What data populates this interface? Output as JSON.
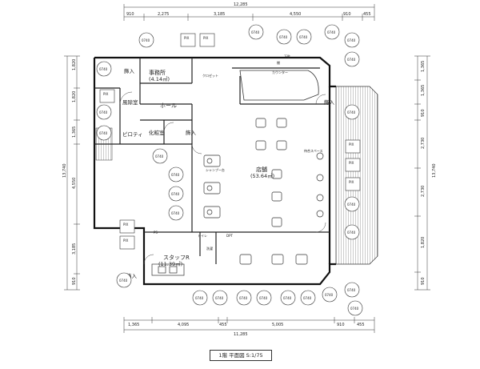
{
  "dims": {
    "top_total": "12,285",
    "top": [
      "910",
      "2,275",
      "3,185",
      "4,550",
      "910",
      "455"
    ],
    "bottom_total": "11,285",
    "bottom": [
      "1,365",
      "4,095",
      "455",
      "5,005",
      "910",
      "455"
    ],
    "left": [
      "1,820",
      "1,820",
      "1,365",
      "4,550",
      "3,185",
      "910"
    ],
    "right": [
      "1,365",
      "1,365",
      "910",
      "2,730",
      "2,730",
      "1,820",
      "910"
    ],
    "left_total": "13,740",
    "right_total": "13,740"
  },
  "rooms": {
    "office": "事務所",
    "office_area": "(4.14㎡)",
    "hall": "ホール",
    "makeup": "化粧室",
    "shop": "店舗",
    "shop_area": "(53.64㎡)",
    "staff": "スタッフR",
    "staff_area": "(11.39㎡)",
    "pilotis": "ピロティ",
    "windbreak": "風除室",
    "closet": "クロゼット",
    "counter": "カウンター",
    "shampoo": "シャンプー台",
    "dryer": "待合スペース"
  },
  "labels": {
    "entrance_top": "飾入",
    "entrance_mid": "飾入",
    "entrance_right": "飾入",
    "entrance_left": "飾入",
    "shoe": "下駄",
    "pix": "PIX",
    "shelf": "棚",
    "wc": "トイレ",
    "ps": "PS",
    "dpt": "DPT",
    "wash": "洗濯"
  },
  "tag_code": "0740",
  "title": "1階 平面図 S:1/75"
}
